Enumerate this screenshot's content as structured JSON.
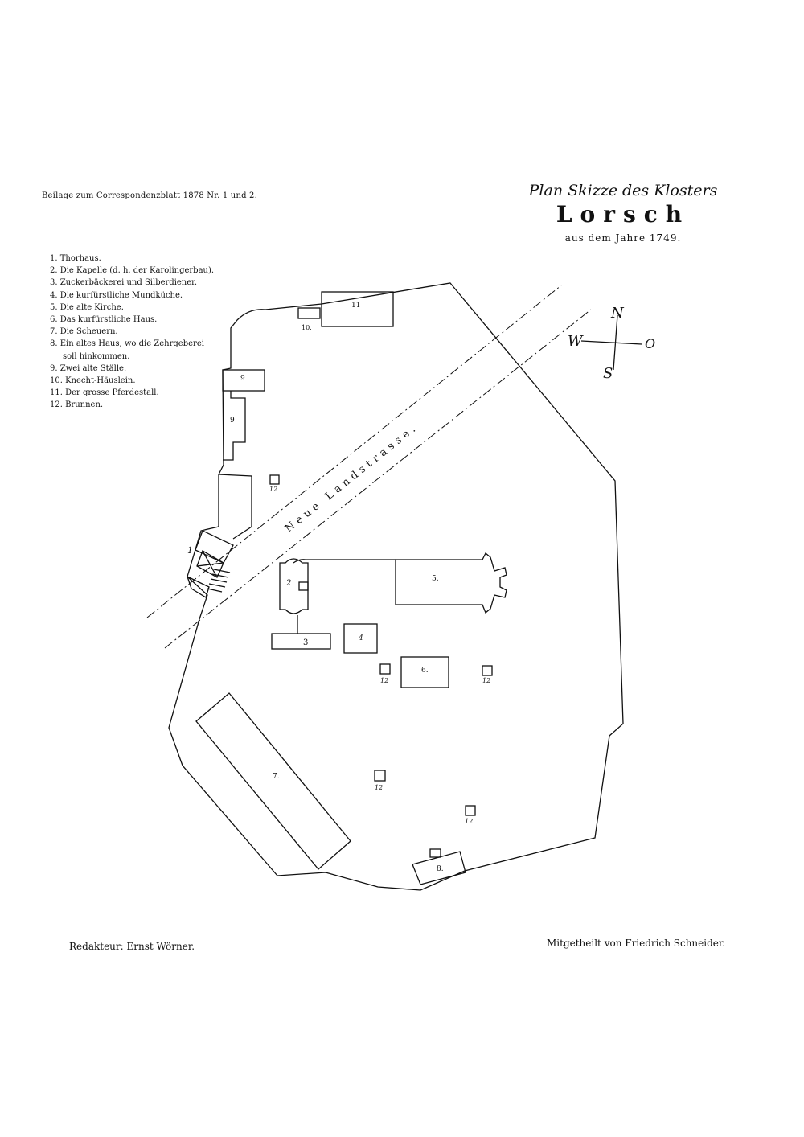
{
  "header": {
    "left": "Beilage zum Correspondenzblatt 1878 Nr. 1 und 2.",
    "title_line1": "Plan Skizze des Klosters",
    "title_line2": "Lorsch",
    "title_line3": "aus dem Jahre 1749."
  },
  "legend": [
    "1. Thorhaus.",
    "2. Die Kapelle (d. h. der Karolingerbau).",
    "3. Zuckerbäckerei und Silberdiener.",
    "4. Die kurfürstliche Mundküche.",
    "5. Die alte Kirche.",
    "6. Das kurfürstliche Haus.",
    "7. Die Scheuern.",
    "8. Ein altes Haus, wo die Zehrgeberei",
    "soll hinkommen.",
    "9. Zwei alte Ställe.",
    "10. Knecht-Häuslein.",
    "11. Der grosse Pferdestall.",
    "12. Brunnen."
  ],
  "map": {
    "road_label": "Neue Landstrasse.",
    "compass": {
      "n": "N",
      "s": "S",
      "w": "W",
      "o": "O"
    },
    "building_labels": {
      "b1": "1",
      "b2": "2",
      "b3": "3",
      "b4": "4",
      "b5": "5.",
      "b6": "6.",
      "b7": "7.",
      "b8": "8.",
      "b9a": "9",
      "b9b": "9",
      "b10": "10.",
      "b11": "11"
    },
    "well_label": "12"
  },
  "footer": {
    "left": "Redakteur: Ernst Wörner.",
    "right": "Mitgetheilt von Friedrich Schneider."
  }
}
